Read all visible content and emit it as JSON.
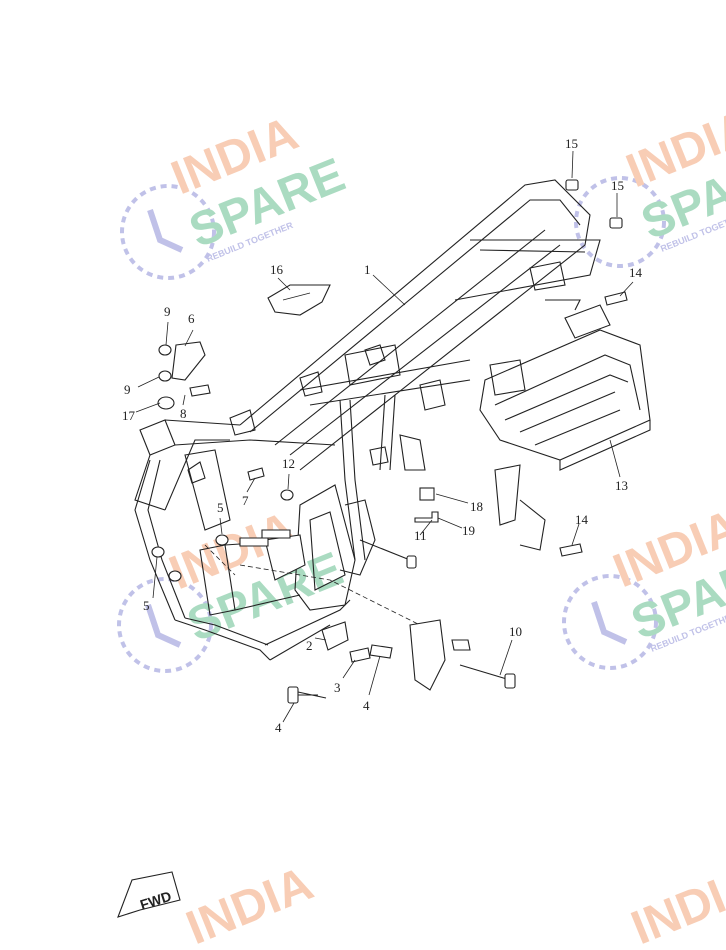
{
  "watermark": {
    "line1": "INDIA",
    "line2": "SPARE",
    "tagline": "REBUILD TOGETHER",
    "color_orange": "#f3a57a",
    "color_green": "#66bf8f",
    "color_blue": "#8d8fd6"
  },
  "callouts": [
    "1",
    "2",
    "3",
    "4",
    "4",
    "5",
    "5",
    "6",
    "7",
    "8",
    "9",
    "9",
    "10",
    "11",
    "12",
    "13",
    "14",
    "14",
    "15",
    "15",
    "16",
    "17",
    "18",
    "19"
  ],
  "fwd_label": "FWD"
}
